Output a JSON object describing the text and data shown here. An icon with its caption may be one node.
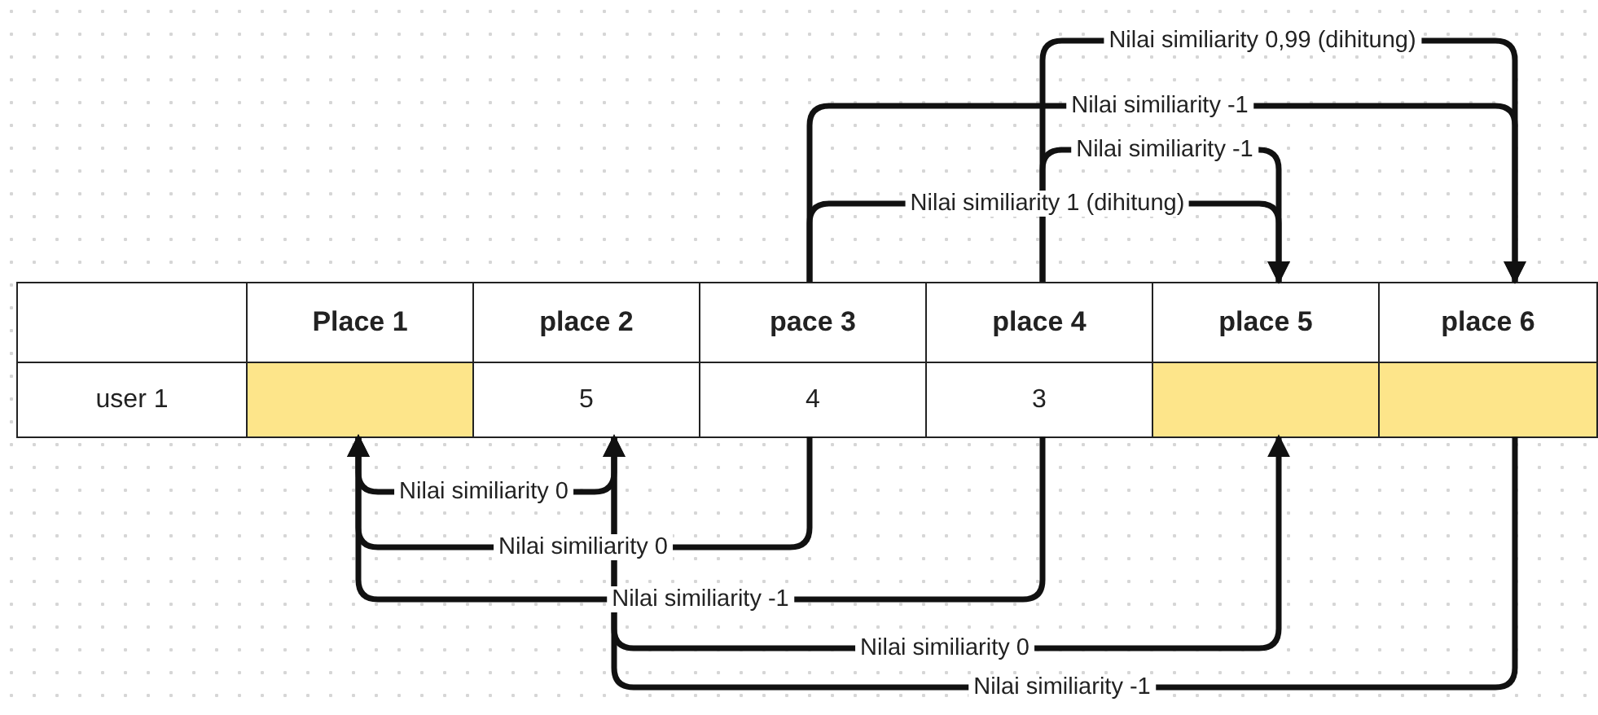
{
  "diagram": {
    "nodes": [
      {
        "text": [],
        "shape": "box"
      },
      {
        "text": [
          "Place 1"
        ]
      },
      {
        "text": [
          "place 2"
        ]
      },
      {
        "text": [
          "pace 3"
        ]
      },
      {
        "text": [
          "place 4"
        ]
      },
      {
        "text": [
          "place 5"
        ]
      },
      {
        "text": [
          "place 6"
        ]
      },
      {
        "text": [
          "user 1"
        ]
      },
      {
        "text": [],
        "shape": "box"
      },
      {
        "text": [
          "5"
        ]
      },
      {
        "text": [
          "4"
        ]
      },
      {
        "text": [
          "3"
        ]
      },
      {
        "text": [],
        "shape": "box"
      },
      {
        "text": [],
        "shape": "box"
      }
    ],
    "edges": [
      {
        "from": 4,
        "to": 6,
        "arrow": "to",
        "label": "Nilai similiarity 0,99 (dihitung)"
      },
      {
        "from": 3,
        "to": 6,
        "arrow": "to",
        "label": "Nilai similiarity -1"
      },
      {
        "from": 4,
        "to": 5,
        "arrow": "to",
        "label": "Nilai similiarity -1"
      },
      {
        "from": 3,
        "to": 5,
        "arrow": "to",
        "label": "Nilai similiarity 1 (dihitung)"
      },
      {
        "from": 8,
        "to": 9,
        "arrow": "both",
        "label": "Nilai similiarity 0"
      },
      {
        "from": 10,
        "to": 8,
        "arrow": "to",
        "label": "Nilai similiarity 0"
      },
      {
        "from": 11,
        "to": 8,
        "arrow": "to",
        "label": "Nilai similiarity -1"
      },
      {
        "from": 9,
        "to": 12,
        "arrow": "to",
        "label": "Nilai similiarity 0"
      },
      {
        "from": 13,
        "to": 9,
        "arrow": "to",
        "label": "Nilai similiarity -1"
      }
    ]
  }
}
